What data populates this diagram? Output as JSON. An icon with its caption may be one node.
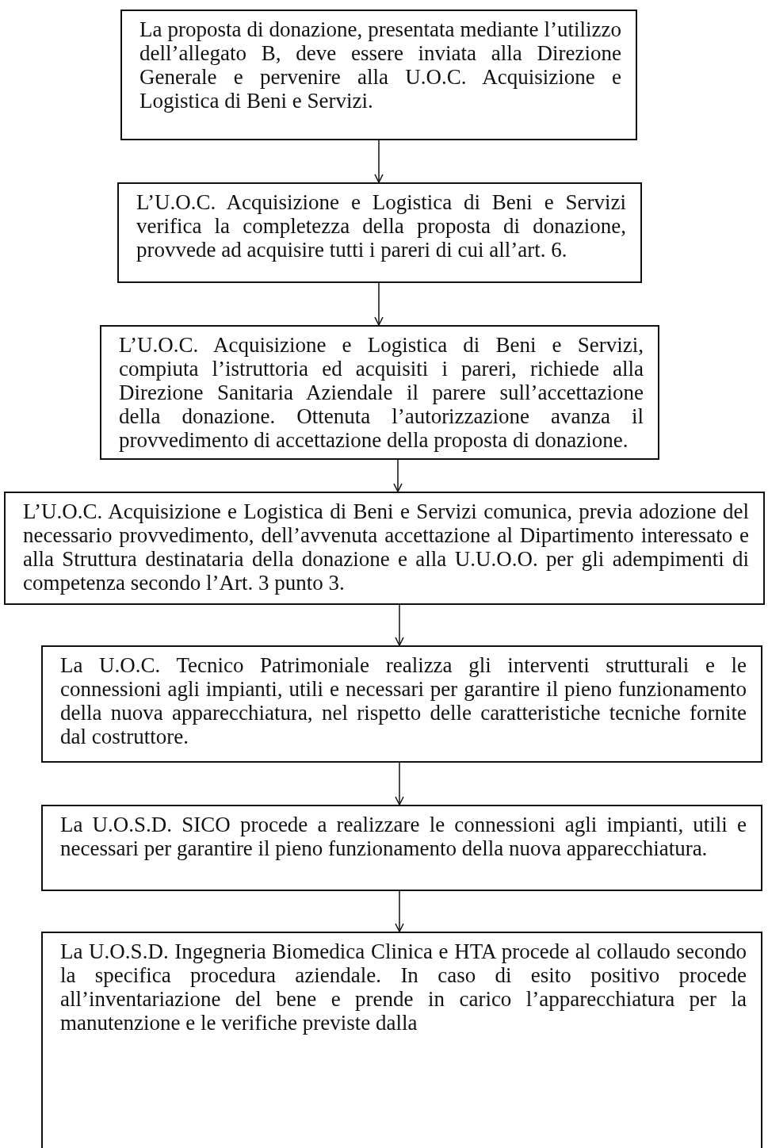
{
  "diagram": {
    "nodes": [
      {
        "text": [
          "La proposta di donazione, presentata mediante l’utilizzo dell’allegato B, deve essere inviata alla Direzione Generale e pervenire alla U.O.C. Acquisizione e Logistica di Beni e Servizi."
        ]
      },
      {
        "text": [
          "L’U.O.C. Acquisizione e Logistica di Beni e Servizi verifica la completezza della proposta di donazione, provvede ad acquisire tutti i pareri di cui all’art. 6."
        ]
      },
      {
        "text": [
          "L’U.O.C. Acquisizione e Logistica di Beni e Servizi, compiuta l’istruttoria ed acquisiti i pareri, richiede alla Direzione Sanitaria Aziendale il parere sull’accettazione della donazione. Ottenuta l’autorizzazione avanza il provvedimento di accettazione della proposta di donazione."
        ]
      },
      {
        "text": [
          "L’U.O.C. Acquisizione e Logistica di Beni e Servizi comunica, previa adozione del necessario provvedimento, dell’avvenuta accettazione al Dipartimento interessato e alla Struttura destinataria della donazione e alla U.U.O.O. per gli adempimenti di competenza secondo l’Art. 3 punto 3."
        ]
      },
      {
        "text": [
          "La U.O.C. Tecnico Patrimoniale realizza gli interventi strutturali e le connessioni agli impianti, utili e necessari per garantire il pieno funzionamento della nuova apparecchiatura, nel rispetto delle caratteristiche tecniche fornite dal costruttore."
        ]
      },
      {
        "text": [
          "La U.O.S.D. SICO procede a realizzare le connessioni agli impianti, utili e necessari per garantire il pieno funzionamento della nuova apparecchiatura."
        ]
      },
      {
        "text": [
          "La U.O.S.D. Ingegneria Biomedica Clinica e HTA procede al collaudo secondo la specifica procedura aziendale. In caso di esito positivo procede all’inventariazione del bene e prende in carico l’apparecchiatura per la manutenzione e le verifiche previste dalla"
        ]
      }
    ],
    "edges": [
      {
        "from": 0,
        "to": 1,
        "arrow": "to"
      },
      {
        "from": 1,
        "to": 2,
        "arrow": "to"
      },
      {
        "from": 2,
        "to": 3,
        "arrow": "to"
      },
      {
        "from": 3,
        "to": 4,
        "arrow": "to"
      },
      {
        "from": 4,
        "to": 5,
        "arrow": "to"
      },
      {
        "from": 5,
        "to": 6,
        "arrow": "to"
      }
    ]
  }
}
